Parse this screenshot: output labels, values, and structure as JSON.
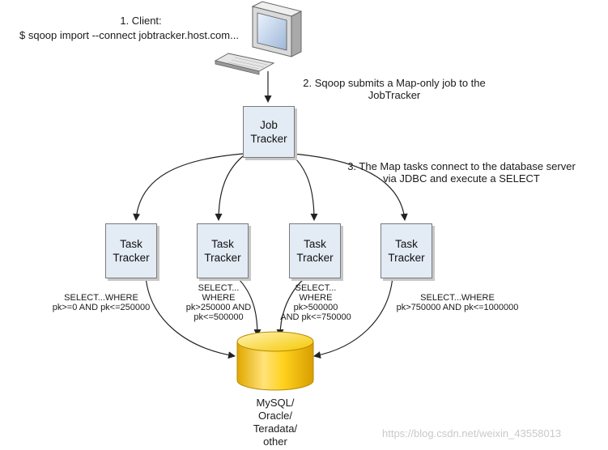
{
  "client": {
    "step": "1. Client:",
    "command": "$ sqoop import --connect jobtracker.host.com..."
  },
  "step2": [
    "2. Sqoop submits a Map-only job to the",
    "JobTracker"
  ],
  "step3": [
    "3. The Map tasks connect to the database server",
    "via JDBC and execute a SELECT"
  ],
  "job_tracker": [
    "Job",
    "Tracker"
  ],
  "task_trackers": [
    {
      "label": [
        "Task",
        "Tracker"
      ],
      "query": [
        "SELECT...WHERE",
        "pk>=0 AND pk<=250000"
      ]
    },
    {
      "label": [
        "Task",
        "Tracker"
      ],
      "query": [
        "SELECT...",
        "WHERE",
        "pk>250000 AND",
        "pk<=500000"
      ]
    },
    {
      "label": [
        "Task",
        "Tracker"
      ],
      "query": [
        "SELECT...",
        "WHERE",
        "pk>500000",
        "AND pk<=750000"
      ]
    },
    {
      "label": [
        "Task",
        "Tracker"
      ],
      "query": [
        "SELECT...WHERE",
        "pk>750000 AND pk<=1000000"
      ]
    }
  ],
  "database": [
    "MySQL/",
    "Oracle/",
    "Teradata/",
    "other"
  ],
  "watermark": "https://blog.csdn.net/weixin_43558013",
  "colors": {
    "box_fill": "#e3ebf5",
    "db_gold": "#f5c000",
    "arrow": "#222222"
  }
}
